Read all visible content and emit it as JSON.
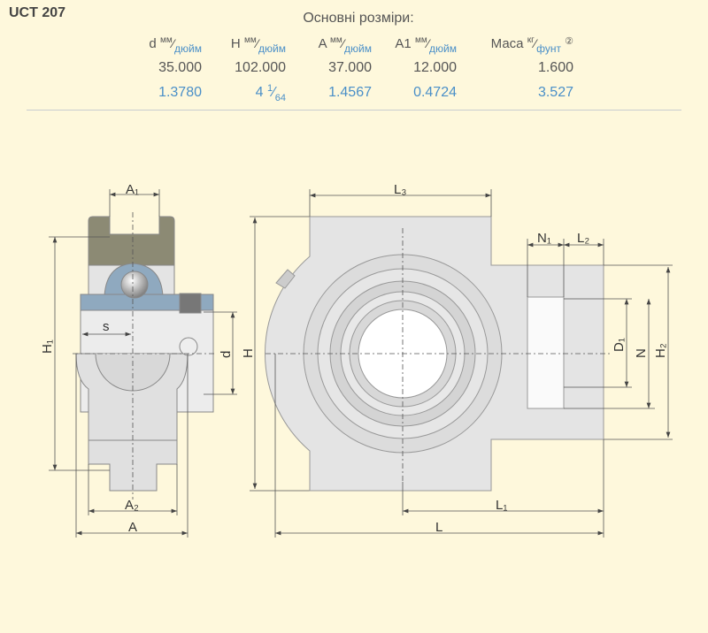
{
  "model": "UCT 207",
  "table": {
    "title": "Основні розміри:",
    "columns": [
      {
        "name": "d",
        "unit_top": "мм",
        "unit_bottom": "дюйм",
        "mm": "35.000",
        "inch": "1.3780"
      },
      {
        "name": "H",
        "unit_top": "мм",
        "unit_bottom": "дюйм",
        "mm": "102.000",
        "inch_whole": "4",
        "inch_num": "1",
        "inch_den": "64"
      },
      {
        "name": "A",
        "unit_top": "мм",
        "unit_bottom": "дюйм",
        "mm": "37.000",
        "inch": "1.4567"
      },
      {
        "name": "A1",
        "unit_top": "мм",
        "unit_bottom": "дюйм",
        "mm": "12.000",
        "inch": "0.4724"
      },
      {
        "name": "Маса",
        "unit_top": "кг",
        "unit_bottom": "фунт",
        "note": "②",
        "mm": "1.600",
        "inch": "3.527"
      }
    ]
  },
  "drawing": {
    "labels": {
      "A1": "A₁",
      "A2": "A₂",
      "A": "A",
      "s": "s",
      "H1": "H₁",
      "d": "d",
      "H": "H",
      "L3": "L₃",
      "N1": "N₁",
      "L2": "L₂",
      "D1": "D₁",
      "N": "N",
      "H2": "H₂",
      "L1": "L₁",
      "L": "L"
    },
    "colors": {
      "housing": "#e6e6e6",
      "top": "#8c8a74",
      "ring": "#8fa9bf",
      "line": "#555555"
    }
  }
}
